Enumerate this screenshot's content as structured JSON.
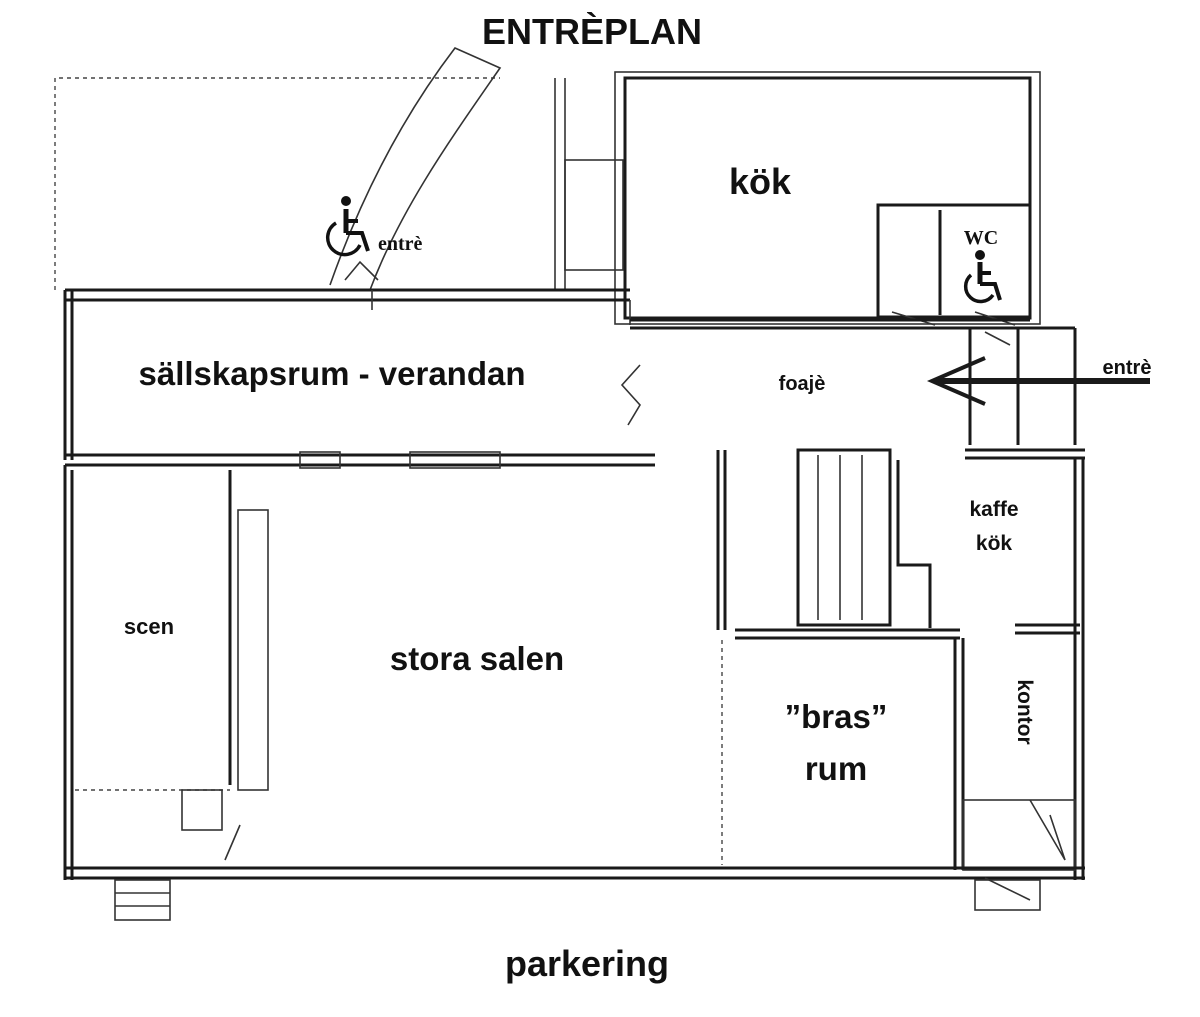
{
  "title": "ENTRÈPLAN",
  "rooms": {
    "kok": "kök",
    "wc": "WC",
    "sallskapsrum": "sällskapsrum - verandan",
    "foaje": "foajè",
    "kaffe_line1": "kaffe",
    "kaffe_line2": "kök",
    "scen": "scen",
    "stora_salen": "stora salen",
    "bras_line1": "”bras”",
    "bras_line2": "rum",
    "kontor": "kontor"
  },
  "entrances": {
    "veranda_entrance": "entrè",
    "side_entrance": "entrè"
  },
  "outside": {
    "parking": "parkering"
  },
  "icons": {
    "wheelchair": "wheelchair-icon",
    "arrow": "arrow-left-icon"
  }
}
